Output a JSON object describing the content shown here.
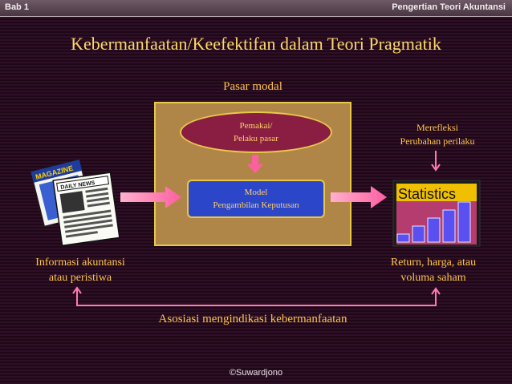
{
  "header": {
    "left": "Bab 1",
    "right": "Pengertian Teori Akuntansi"
  },
  "title": "Kebermanfaatan/Keefektifan dalam Teori Pragmatik",
  "diagram": {
    "market_label": "Pasar modal",
    "user_node": {
      "line1": "Pemakai/",
      "line2": "Pelaku pasar"
    },
    "model_node": {
      "line1": "Model",
      "line2": "Pengambilan Keputusan"
    },
    "reflect_label": {
      "line1": "Merefleksi",
      "line2": "Perubahan perilaku"
    },
    "info_label": {
      "line1": "Informasi akuntansi",
      "line2": "atau peristiwa"
    },
    "return_label": {
      "line1": "Return, harga, atau",
      "line2": "voluma saham"
    },
    "association_label": "Asosiasi mengindikasi kebermanfaatan",
    "newspaper": {
      "magazine_text": "MAGAZINE",
      "daily_text": "DAILY NEWS"
    },
    "statistics": {
      "title_text": "Statistics",
      "bars": [
        1,
        2,
        3,
        4,
        5
      ]
    }
  },
  "footer": {
    "center": "©Suwardjono"
  },
  "colors": {
    "title": "#ffd86b",
    "labels": "#ffc44d",
    "market_box": "#b08648",
    "user_node": "#8a1e42",
    "model_node": "#2b46c8",
    "arrows": "#ff79b0"
  }
}
